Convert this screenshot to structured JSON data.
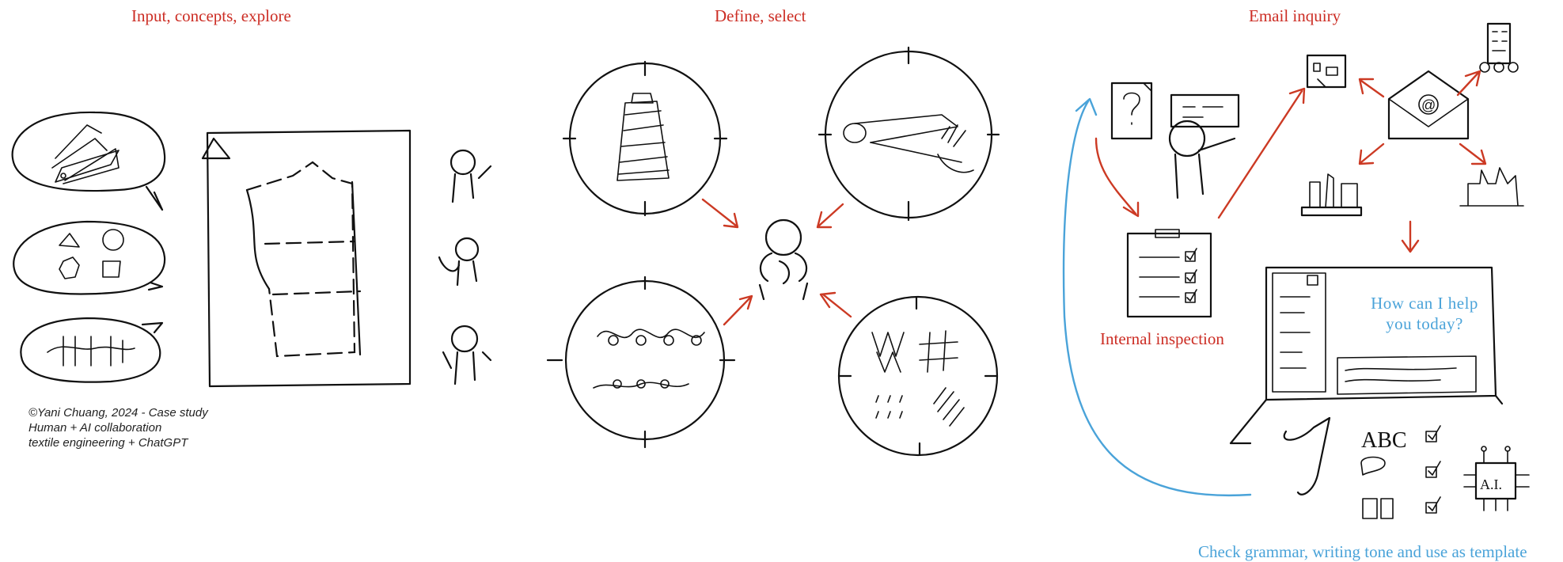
{
  "sections": {
    "input_concepts": {
      "title": "Input, concepts, explore"
    },
    "define_select": {
      "title": "Define, select"
    },
    "email_inquiry": {
      "title": "Email inquiry"
    }
  },
  "labels": {
    "internal_inspection": "Internal inspection",
    "help_prompt_line1": "How  can  I  help",
    "help_prompt_line2": "you today?",
    "check_grammar": "Check grammar, writing tone and use as template",
    "ai_chip": "A.I.",
    "abc_text": "ABC",
    "at_sign": "@",
    "question_mark": "?"
  },
  "credit": {
    "line1": "©Yani Chuang, 2024 - Case study",
    "line2": "Human + AI collaboration",
    "line3": "textile engineering + ChatGPT"
  },
  "colors": {
    "heading_red": "#cc2d24",
    "ai_blue": "#4aa3d9",
    "ink": "#111111"
  },
  "icons": [
    "color-swatch-icon",
    "shapes-icon",
    "stitch-icon",
    "garment-pattern-icon",
    "person-icon",
    "thread-cone-icon",
    "fabric-roll-icon",
    "embroidery-icon",
    "texture-icon",
    "person-center-icon",
    "question-document-icon",
    "person-laptop-icon",
    "clipboard-checklist-icon",
    "building-icon",
    "office-tower-icon",
    "email-envelope-icon",
    "factory-icon",
    "laptop-chat-icon",
    "chip-icon"
  ]
}
